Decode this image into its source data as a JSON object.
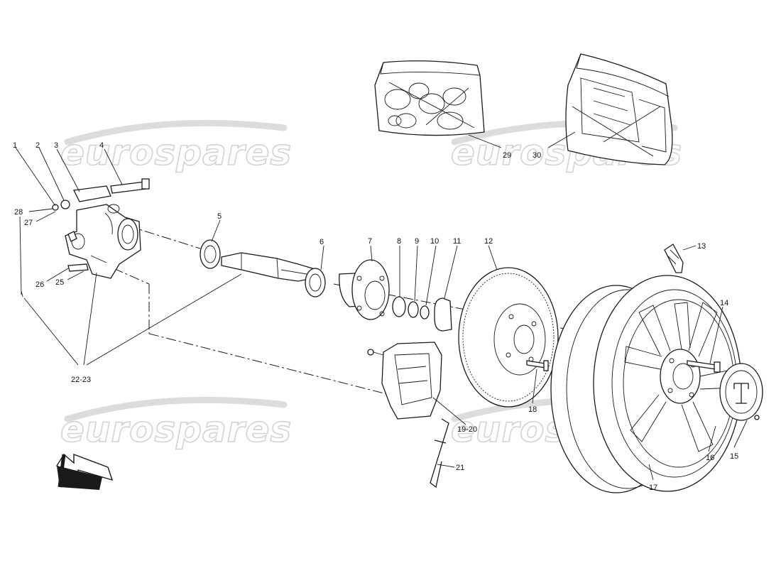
{
  "watermark": {
    "text": "eurospares"
  },
  "callouts": {
    "c1": "1",
    "c2": "2",
    "c3": "3",
    "c4": "4",
    "c5": "5",
    "c6": "6",
    "c7": "7",
    "c8": "8",
    "c9": "9",
    "c10": "10",
    "c11": "11",
    "c12": "12",
    "c13": "13",
    "c14": "14",
    "c15": "15",
    "c16": "16",
    "c17": "17",
    "c18": "18",
    "c19_20": "19-20",
    "c21": "21",
    "c22_23": "22-23",
    "c25": "25",
    "c26": "26",
    "c27": "27",
    "c28": "28",
    "c29": "29",
    "c30": "30"
  },
  "icons": {
    "direction_arrow": "arrow-down-left-icon",
    "wheel_emblem": "trident-icon"
  }
}
